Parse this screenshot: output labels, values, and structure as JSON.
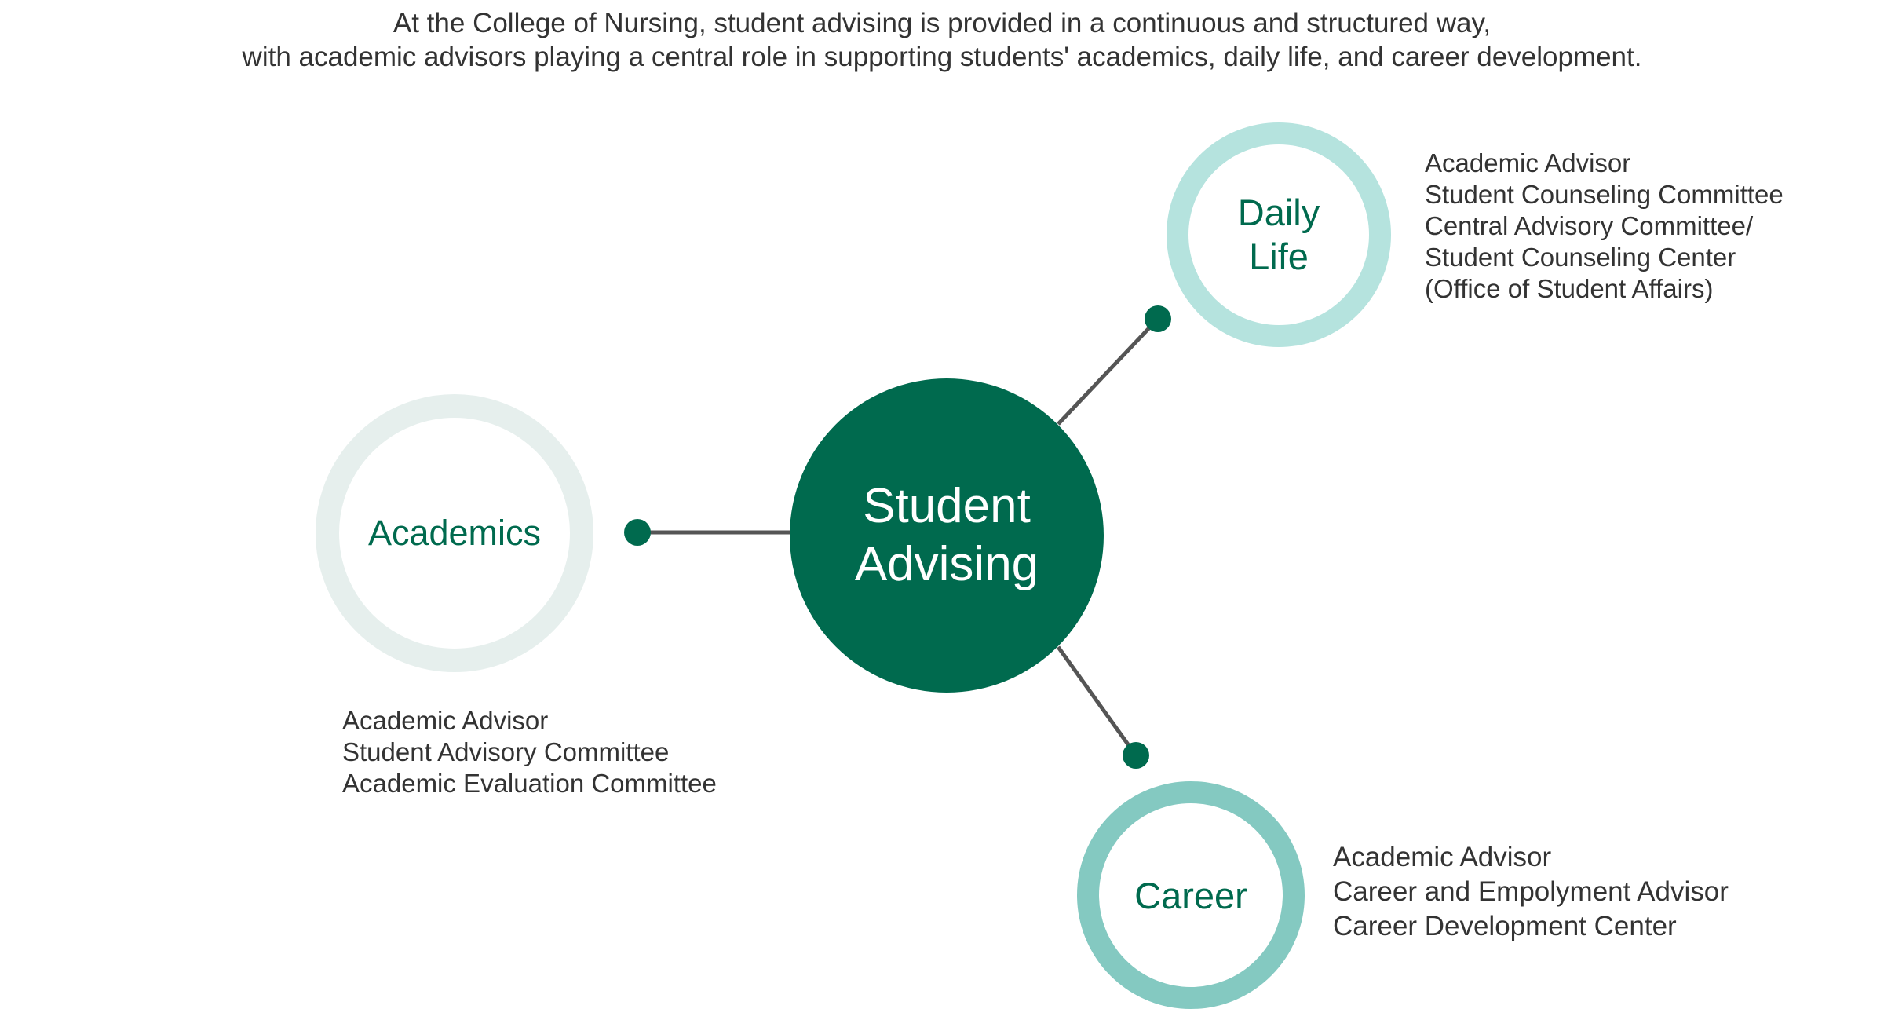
{
  "intro": {
    "line1": "At the College of Nursing, student advising is provided in a continuous and structured way,",
    "line2": "with academic advisors playing a central role in supporting students' academics, daily life, and career development."
  },
  "center": {
    "line1": "Student",
    "line2": "Advising"
  },
  "academics": {
    "title": "Academics",
    "items": [
      "Academic Advisor",
      "Student Advisory Committee",
      "Academic Evaluation Committee"
    ]
  },
  "daily_life": {
    "title_line1": "Daily",
    "title_line2": "Life",
    "items": [
      "Academic Advisor",
      "Student Counseling Committee",
      "Central Advisory Committee/",
      "Student Counseling Center",
      "(Office of Student Affairs)"
    ]
  },
  "career": {
    "title": "Career",
    "items": [
      "Academic Advisor",
      "Career and Empolyment Advisor",
      "Career Development Center"
    ]
  },
  "colors": {
    "primary_green": "#006a4e",
    "connector": "#555555",
    "academics_ring": "#e6efed",
    "daily_ring": "#b5e3de",
    "career_ring": "#84c9c1"
  }
}
